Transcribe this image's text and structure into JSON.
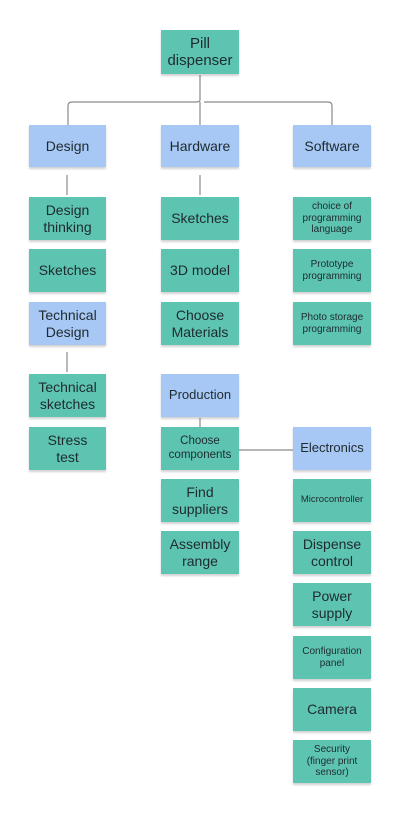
{
  "colors": {
    "teal": "#5ec4b2",
    "blue": "#a7c8f4",
    "line": "#8a8a8a"
  },
  "root": "Pill\ndispenser",
  "design": {
    "header": "Design",
    "items": [
      "Design\nthinking",
      "Sketches"
    ],
    "technical": {
      "header": "Technical\nDesign",
      "items": [
        "Technical\nsketches",
        "Stress\ntest"
      ]
    }
  },
  "hardware": {
    "header": "Hardware",
    "items": [
      "Sketches",
      "3D model",
      "Choose\nMaterials"
    ],
    "production": {
      "header": "Production",
      "items": [
        "Choose\ncomponents",
        "Find\nsuppliers",
        "Assembly\nrange"
      ]
    }
  },
  "software": {
    "header": "Software",
    "items": [
      "choice of\nprogramming\nlanguage",
      "Prototype\nprogramming",
      "Photo storage\nprogramming"
    ]
  },
  "electronics": {
    "header": "Electronics",
    "items": [
      "Microcontroller",
      "Dispense\ncontrol",
      "Power\nsupply",
      "Configuration\npanel",
      "Camera",
      "Security\n(finger print\nsensor)"
    ]
  }
}
